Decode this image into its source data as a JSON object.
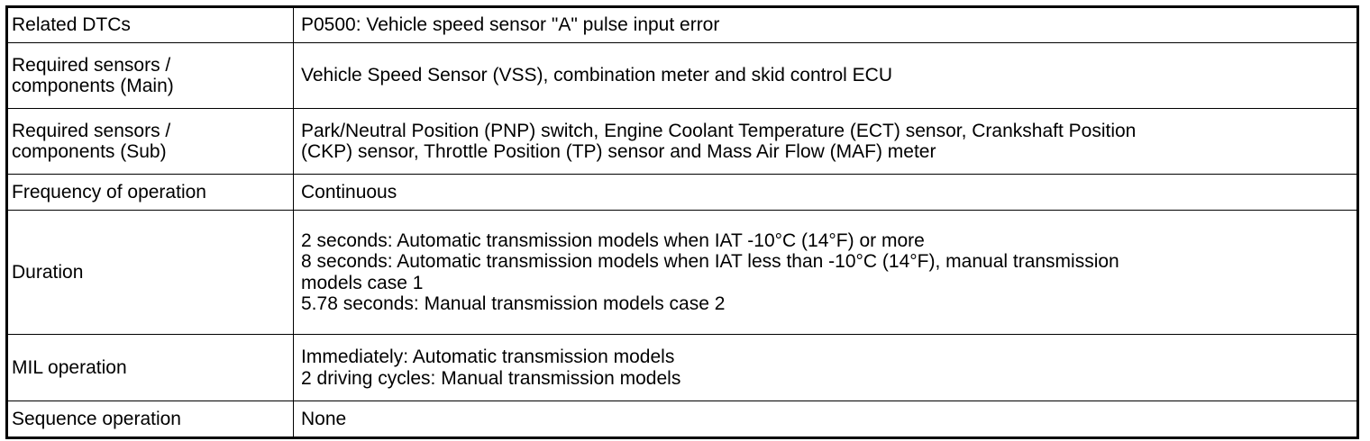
{
  "rows": [
    {
      "label": [
        "Related DTCs"
      ],
      "value": [
        "P0500: Vehicle speed sensor \"A\" pulse input error"
      ]
    },
    {
      "label": [
        "Required sensors /",
        "components (Main)"
      ],
      "value": [
        "Vehicle Speed Sensor (VSS), combination meter and skid control ECU"
      ]
    },
    {
      "label": [
        "Required sensors /",
        "components (Sub)"
      ],
      "value": [
        "Park/Neutral Position (PNP) switch, Engine Coolant Temperature (ECT) sensor, Crankshaft Position",
        "(CKP) sensor, Throttle Position (TP) sensor and Mass Air Flow (MAF) meter"
      ]
    },
    {
      "label": [
        "Frequency of operation"
      ],
      "value": [
        "Continuous"
      ]
    },
    {
      "label": [
        "Duration"
      ],
      "value": [
        "2 seconds: Automatic transmission models when IAT -10°C (14°F) or more",
        "8 seconds: Automatic transmission models when IAT less than -10°C (14°F), manual transmission",
        "models case 1",
        "5.78 seconds: Manual transmission models case 2"
      ]
    },
    {
      "label": [
        "MIL operation"
      ],
      "value": [
        "Immediately: Automatic transmission models",
        "2 driving cycles: Manual transmission models"
      ]
    },
    {
      "label": [
        "Sequence operation"
      ],
      "value": [
        "None"
      ]
    }
  ]
}
